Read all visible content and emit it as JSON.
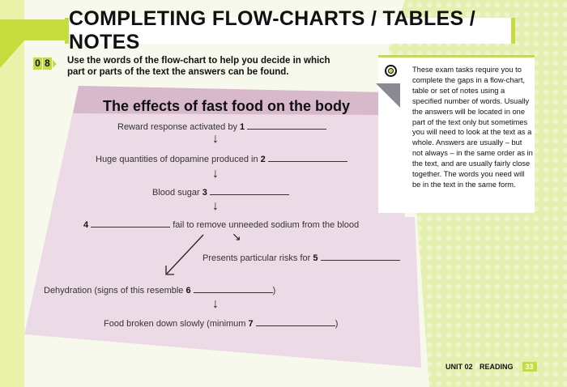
{
  "header": {
    "title": "COMPLETING FLOW-CHARTS / TABLES / NOTES"
  },
  "exercise": {
    "number": [
      "0",
      "8"
    ],
    "instruction": "Use the words of the flow-chart to help you decide in which part or parts of the text the answers can be found."
  },
  "flowchart": {
    "title": "The effects of fast food on the body",
    "steps": [
      {
        "pre": "Reward response activated by ",
        "num": "1",
        "post": ""
      },
      {
        "pre": "Huge quantities of dopamine produced in ",
        "num": "2",
        "post": ""
      },
      {
        "pre": "Blood sugar ",
        "num": "3",
        "post": ""
      },
      {
        "pre": "",
        "num": "4",
        "post": " fail to remove unneeded sodium from the blood"
      },
      {
        "pre": "Presents particular risks for ",
        "num": "5",
        "post": ""
      },
      {
        "pre": "Dehydration (signs of this resemble ",
        "num": "6",
        "post": ")"
      },
      {
        "pre": "Food broken down slowly (minimum ",
        "num": "7",
        "post": ")"
      }
    ],
    "arrow_down": "↓",
    "arrow_diag": "↘"
  },
  "tip": {
    "icon": "target-icon",
    "text": "These exam tasks require you to complete the gaps in a flow-chart, table or set of notes using a specified number of words. Usually the answers will be located in one part of the text only but sometimes you will need to look at the text as a whole. Answers are usually – but not always – in the same order as in the text, and are usually fairly close together. The words you need will be in the text in the same form."
  },
  "footer": {
    "unit": "UNIT 02",
    "sep": "/",
    "section": "READING",
    "page": "33"
  },
  "colors": {
    "accent": "#c5dc3c",
    "panel": "#ecdbe6",
    "panel_head": "#d8b9cb"
  }
}
